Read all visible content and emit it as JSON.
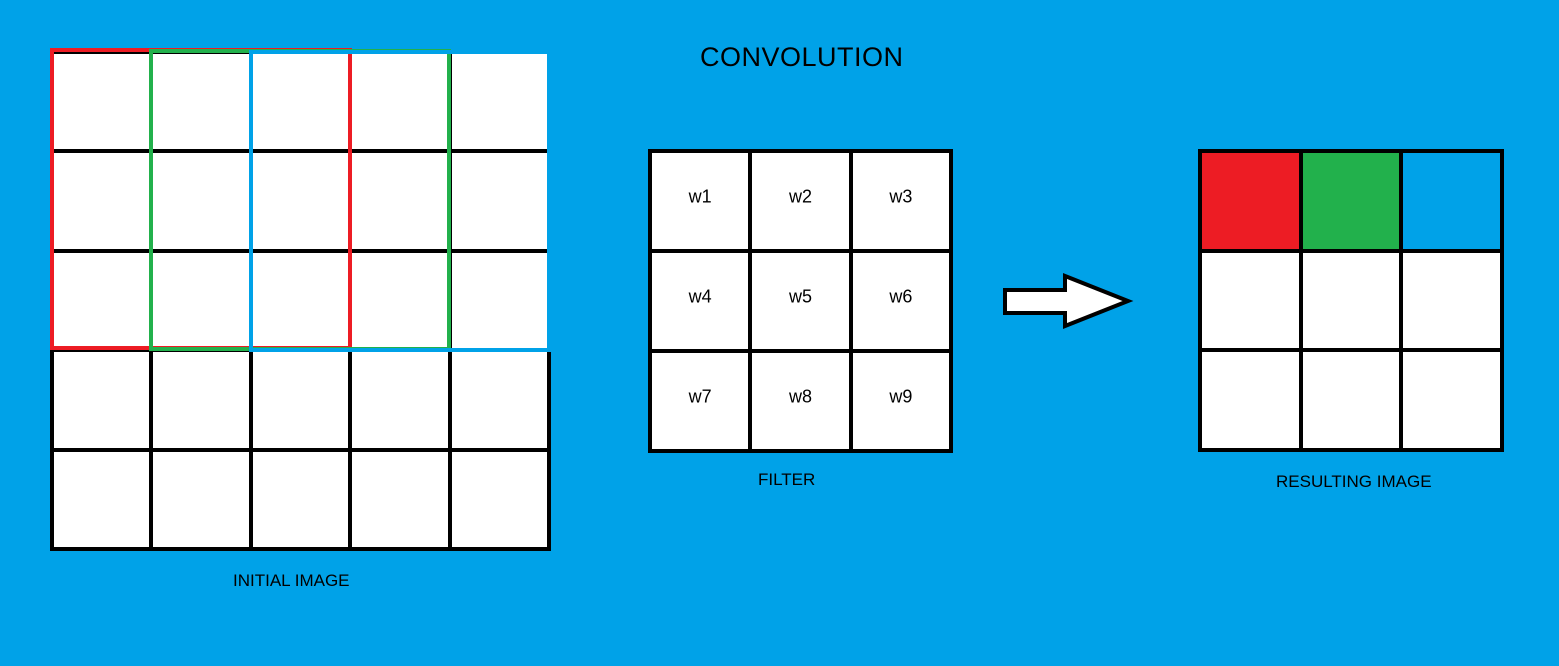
{
  "title": "CONVOLUTION",
  "initial_image": {
    "label": "INITIAL IMAGE",
    "rows": 5,
    "cols": 5,
    "windows": [
      {
        "name": "red-window",
        "color": "#ED1C24",
        "col_start": 0
      },
      {
        "name": "green-window",
        "color": "#22B14C",
        "col_start": 1
      },
      {
        "name": "blue-window",
        "color": "#00A2E8",
        "col_start": 2
      }
    ],
    "window_size": 3
  },
  "filter": {
    "label": "FILTER",
    "weights": [
      "w1",
      "w2",
      "w3",
      "w4",
      "w5",
      "w6",
      "w7",
      "w8",
      "w9"
    ]
  },
  "arrow": {
    "icon": "right-arrow-icon"
  },
  "resulting_image": {
    "label": "RESULTING IMAGE",
    "rows": 3,
    "cols": 3,
    "filled_cells": [
      {
        "name": "red-output-cell",
        "color": "#ED1C24",
        "row": 0,
        "col": 0
      },
      {
        "name": "green-output-cell",
        "color": "#22B14C",
        "row": 0,
        "col": 1
      },
      {
        "name": "blue-output-cell",
        "color": "#00A2E8",
        "row": 0,
        "col": 2
      }
    ]
  },
  "colors": {
    "background": "#00A2E8",
    "grid_line": "#000000",
    "cell": "#FFFFFF"
  }
}
